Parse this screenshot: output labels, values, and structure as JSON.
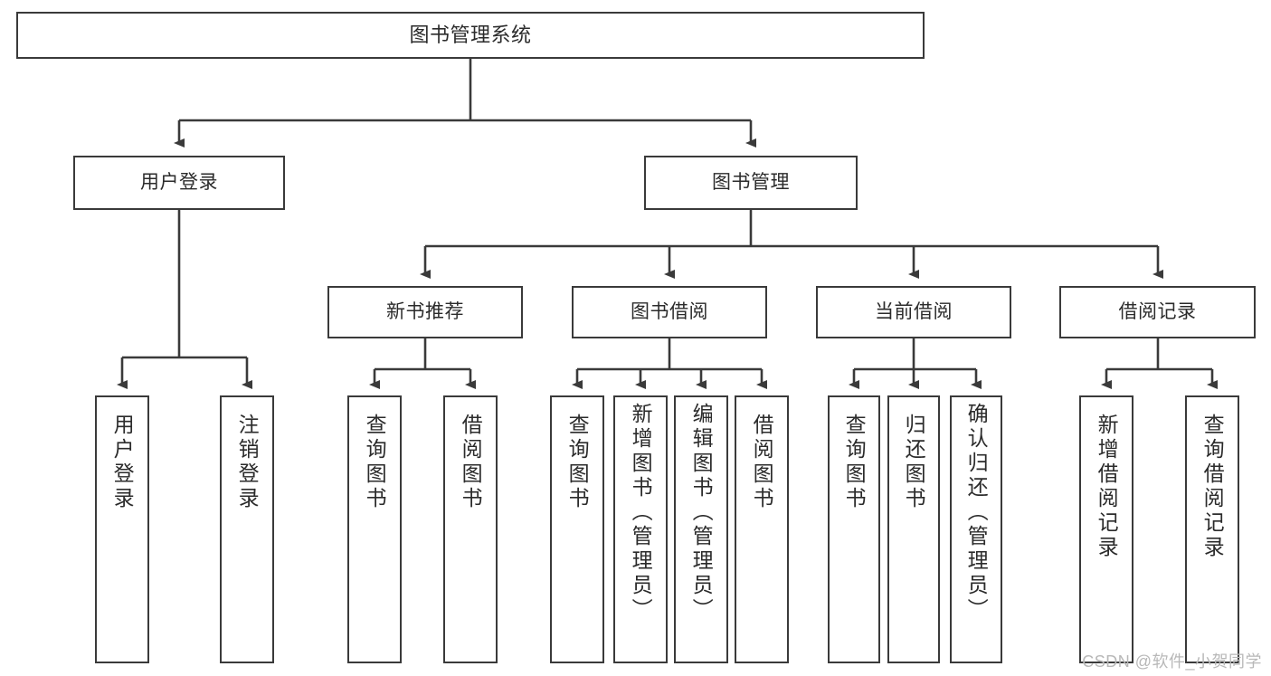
{
  "diagram": {
    "title": "图书管理系统",
    "type": "tree-hierarchy-chart",
    "root": {
      "id": "root",
      "label": "图书管理系统"
    },
    "level2": [
      {
        "id": "user-login",
        "label": "用户登录"
      },
      {
        "id": "book-manage",
        "label": "图书管理"
      }
    ],
    "level3": [
      {
        "id": "new-book-rec",
        "label": "新书推荐"
      },
      {
        "id": "book-borrow",
        "label": "图书借阅"
      },
      {
        "id": "current-borrow",
        "label": "当前借阅"
      },
      {
        "id": "borrow-record",
        "label": "借阅记录"
      }
    ],
    "leaves": {
      "user_login": [
        {
          "id": "leaf-user-login",
          "label": "用户登录"
        },
        {
          "id": "leaf-logout-login",
          "label": "注销登录"
        }
      ],
      "new_book_rec": [
        {
          "id": "leaf-query-book-1",
          "label": "查询图书"
        },
        {
          "id": "leaf-borrow-book-1",
          "label": "借阅图书"
        }
      ],
      "book_borrow": [
        {
          "id": "leaf-query-book-2",
          "label": "查询图书"
        },
        {
          "id": "leaf-add-book",
          "label": "新增图书（管理员）"
        },
        {
          "id": "leaf-edit-book",
          "label": "编辑图书（管理员）"
        },
        {
          "id": "leaf-borrow-book-2",
          "label": "借阅图书"
        }
      ],
      "current_borrow": [
        {
          "id": "leaf-query-book-3",
          "label": "查询图书"
        },
        {
          "id": "leaf-return-book",
          "label": "归还图书"
        },
        {
          "id": "leaf-confirm-return",
          "label": "确认归还（管理员）"
        }
      ],
      "borrow_record": [
        {
          "id": "leaf-add-record",
          "label": "新增借阅记录"
        },
        {
          "id": "leaf-query-record",
          "label": "查询借阅记录"
        }
      ]
    },
    "colors": {
      "stroke": "#3a3a3a",
      "fill": "#ffffff",
      "text": "#2b2b2b",
      "watermark": "#b8b8b8"
    }
  },
  "watermark": {
    "text": "CSDN @软件_小贺同学"
  }
}
